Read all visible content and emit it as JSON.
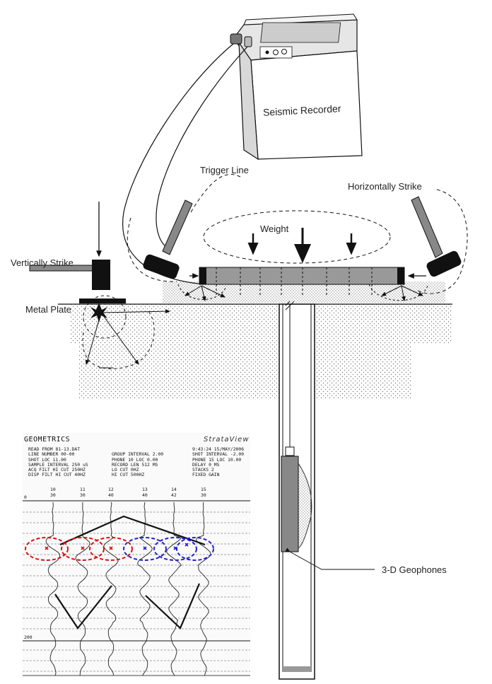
{
  "labels": {
    "recorder": "Seismic Recorder",
    "trigger": "Trigger Line",
    "horizontal": "Horizontally Strike",
    "weight": "Weight",
    "vertical": "Vertically Strike",
    "plate": "Metal Plate",
    "geophones": "3-D Geophones"
  },
  "seismogram": {
    "maker": "GEOMETRICS",
    "brand": "StrataView",
    "header_lines": [
      {
        "left": "READ FROM 81-13.DAT",
        "mid": "",
        "right": "9:43:24  15/MAY/2006"
      },
      {
        "left": "LINE NUMBER 00-00",
        "mid": "GROUP INTERVAL 2.00",
        "right": "SHOT INTERVAL -2.00"
      },
      {
        "left": "SHOT LOC 11.00",
        "mid": "PHONE 10 LOC 0.00",
        "right": "PHONE 15 LOC 10.00"
      },
      {
        "left": "SAMPLE INTERVAL   250 uS",
        "mid": "RECORD LEN  512 MS",
        "right": "DELAY    0 MS"
      },
      {
        "left": "ACQ FILT   HI CUT 250HZ",
        "mid": "LO CUT 0HZ",
        "right": "STACKS   2"
      },
      {
        "left": "DISP FILT  HI CUT 40HZ",
        "mid": "HI CUT 500HZ",
        "right": "FIXED GAIN"
      }
    ],
    "channels": [
      "10",
      "11",
      "12",
      "13",
      "14",
      "15"
    ],
    "gains": [
      "30",
      "30",
      "40",
      "40",
      "42",
      "30"
    ],
    "time_start": "0",
    "time_200": "200"
  }
}
